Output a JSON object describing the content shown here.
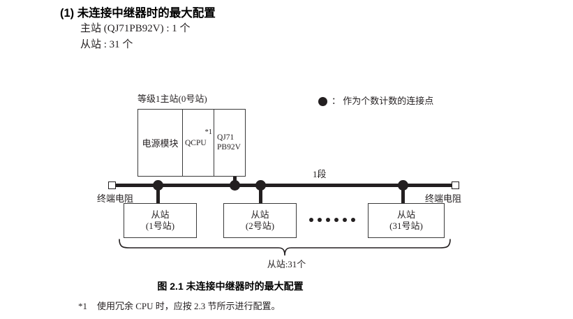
{
  "section": {
    "heading": "(1) 未连接中继器时的最大配置",
    "specs": [
      "主站 (QJ71PB92V) : 1 个",
      "从站 : 31 个"
    ]
  },
  "legend": {
    "icon": "filled-circle-icon",
    "separator": "：",
    "text": "： 作为个数计数的连接点"
  },
  "diagram": {
    "master": {
      "rack_label": "等级1主站(0号站)",
      "cells": [
        {
          "label": "电源模块"
        },
        {
          "label": "QCPU",
          "footnote_mark": "*1"
        },
        {
          "label": "QJ71\nPB92V",
          "line1": "QJ71",
          "line2": "PB92V"
        }
      ]
    },
    "bus": {
      "segment_label": "1段",
      "terminator_left_label": "终端电阻",
      "terminator_right_label": "终端电阻",
      "connection_points": 4
    },
    "slaves": [
      {
        "line1": "从站",
        "line2": "(1号站)"
      },
      {
        "line1": "从站",
        "line2": "(2号站)"
      },
      {
        "line1": "从站",
        "line2": "(31号站)"
      }
    ],
    "ellipsis_dots": 6,
    "brace_label": "从站:31个"
  },
  "caption": "图 2.1  未连接中继器时的最大配置",
  "footnote": {
    "mark": "*1",
    "text": "使用冗余 CPU 时，应按 2.3 节所示进行配置。"
  },
  "colors": {
    "ink": "#231f20",
    "line": "#3a3a3a",
    "background": "#ffffff"
  }
}
